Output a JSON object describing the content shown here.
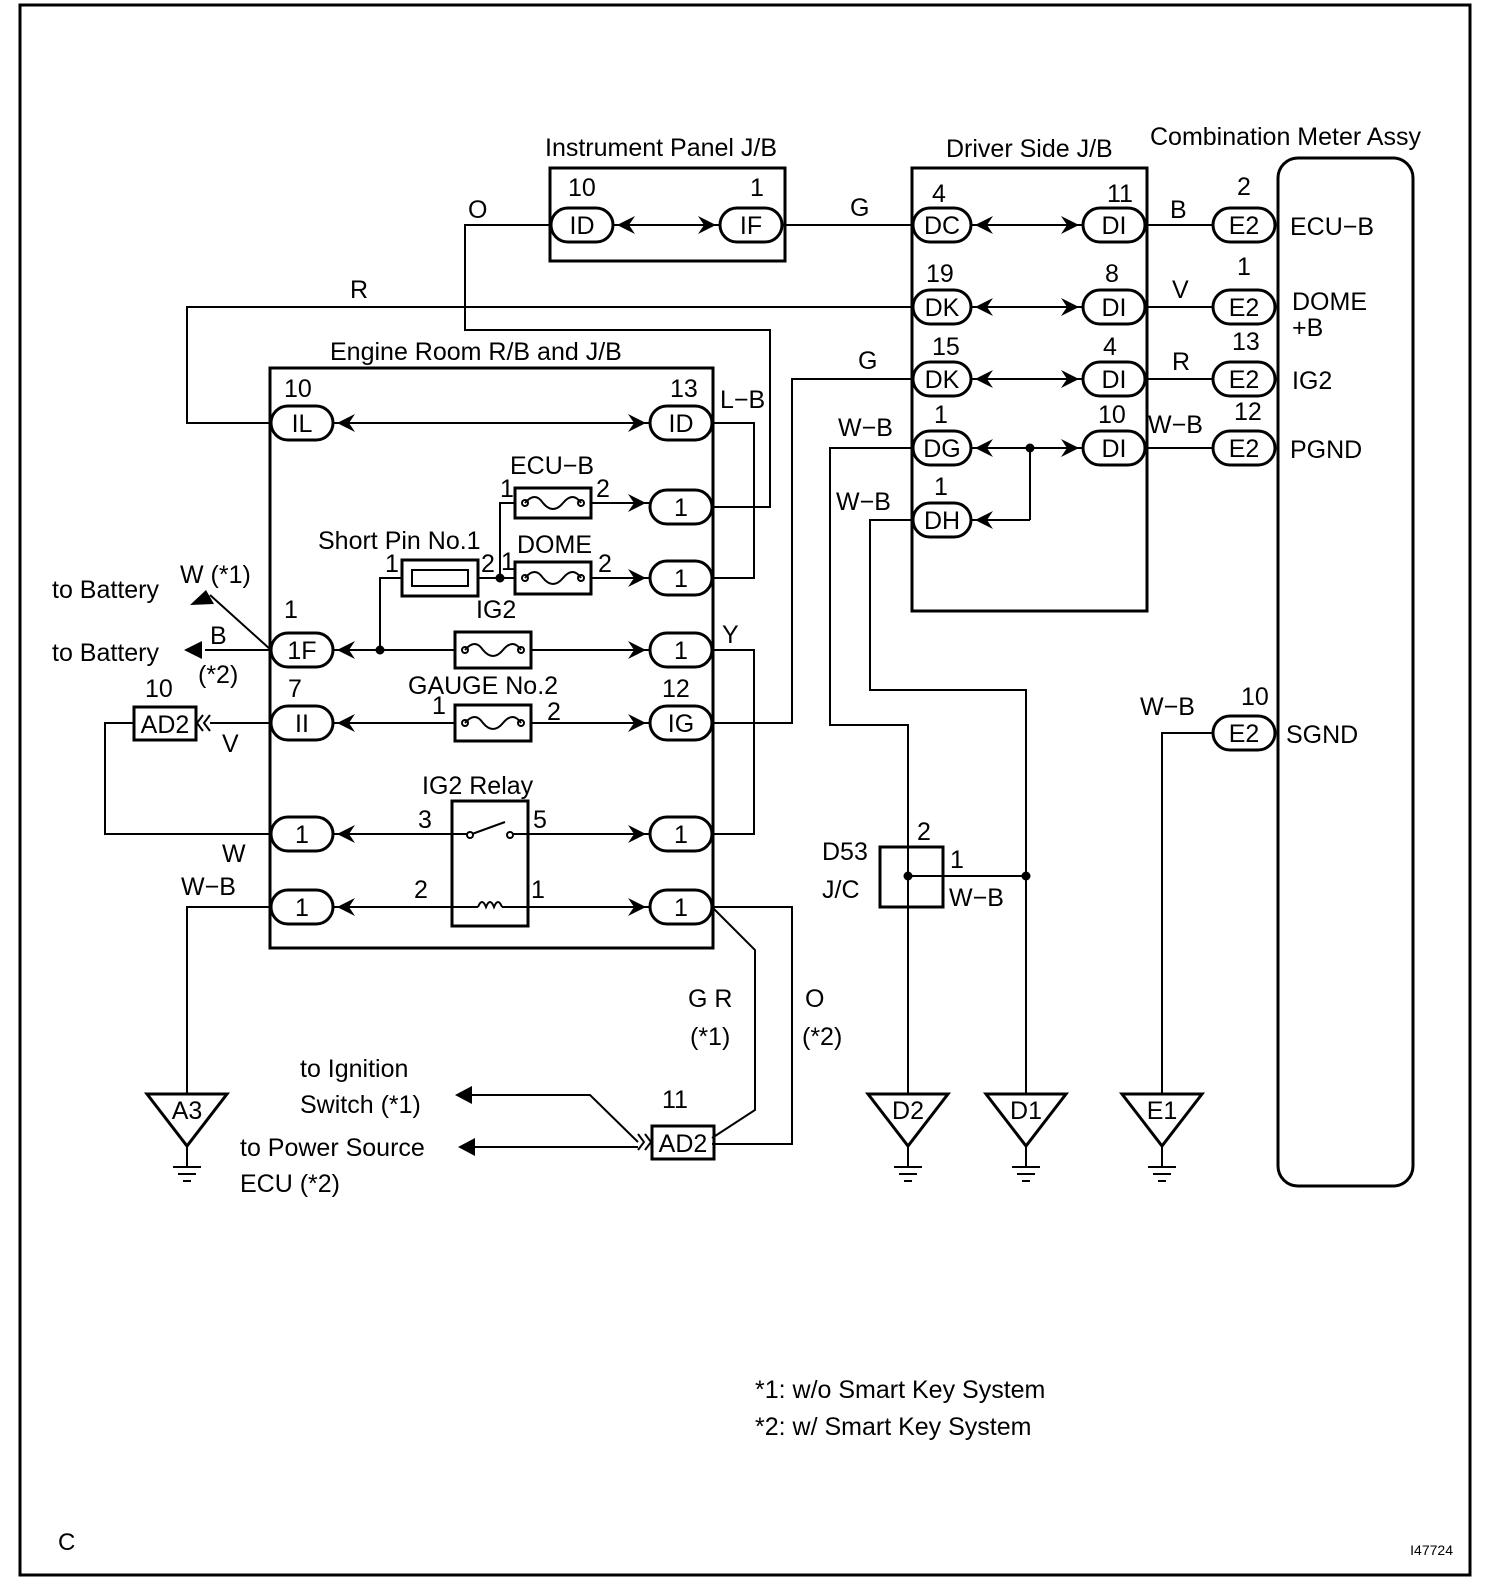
{
  "blocks": {
    "instrument_panel_jb": "Instrument Panel J/B",
    "driver_side_jb": "Driver Side J/B",
    "combination_meter": "Combination Meter Assy",
    "engine_room_jb": "Engine Room R/B and J/B"
  },
  "instrument_panel": {
    "left_pin": "10",
    "left_conn": "ID",
    "right_pin": "1",
    "right_conn": "IF"
  },
  "driver_side": {
    "rows": [
      {
        "lpin": "4",
        "lconn": "DC",
        "rpin": "11",
        "rconn": "DI"
      },
      {
        "lpin": "19",
        "lconn": "DK",
        "rpin": "8",
        "rconn": "DI"
      },
      {
        "lpin": "15",
        "lconn": "DK",
        "rpin": "4",
        "rconn": "DI"
      },
      {
        "lpin": "1",
        "lconn": "DG",
        "rpin": "10",
        "rconn": "DI"
      },
      {
        "lpin": "1",
        "lconn": "DH"
      }
    ]
  },
  "meter": {
    "rows": [
      {
        "pin": "2",
        "conn": "E2",
        "label": "ECU−B",
        "wire": "B"
      },
      {
        "pin": "1",
        "conn": "E2",
        "label": "DOME",
        "label2": "+B",
        "wire": "V"
      },
      {
        "pin": "13",
        "conn": "E2",
        "label": "IG2",
        "wire": "R"
      },
      {
        "pin": "12",
        "conn": "E2",
        "label": "PGND",
        "wire": "W−B"
      },
      {
        "pin": "10",
        "conn": "E2",
        "label": "SGND",
        "wire": "W−B"
      }
    ]
  },
  "engine_room": {
    "il_pin": "10",
    "il_conn": "IL",
    "id_pin": "13",
    "id_conn": "ID",
    "one_f_pin": "1",
    "one_f_conn": "1F",
    "ii_pin": "7",
    "ii_conn": "II",
    "ig_pin": "12",
    "ig_conn": "IG",
    "generic_conn": "1",
    "fuse_ecub": "ECU−B",
    "fuse_dome": "DOME",
    "short_pin": "Short Pin No.1",
    "fuse_ig2": "IG2",
    "fuse_gauge": "GAUGE No.2",
    "relay": "IG2 Relay",
    "t1": "1",
    "t2": "2",
    "t3": "3",
    "t5": "5"
  },
  "wires": {
    "o_top": "O",
    "g_top": "G",
    "r_top": "R",
    "g_mid": "G",
    "lb": "L−B",
    "wb1": "W−B",
    "wb2": "W−B",
    "wb3": "W−B",
    "y": "Y",
    "v": "V",
    "w": "W",
    "wb_left": "W−B",
    "w1": "W (*1)",
    "b": "B",
    "b2": "(*2)",
    "gr": "G R",
    "gr_note": "(*1)",
    "o_bottom": "O",
    "o_note": "(*2)"
  },
  "external": {
    "to_battery1": "to Battery",
    "to_battery2": "to Battery",
    "ad2_top_pin": "10",
    "ad2_top": "AD2",
    "ad2_bot_pin": "11",
    "ad2_bot": "AD2",
    "ign1": "to Ignition",
    "ign2": "Switch (*1)",
    "pwr1": "to Power Source",
    "pwr2": "ECU (*2)",
    "d53": "D53",
    "jc": "J/C",
    "d53_pin2": "2",
    "d53_pin1": "1"
  },
  "grounds": {
    "a3": "A3",
    "d2": "D2",
    "d1": "D1",
    "e1": "E1"
  },
  "notes": {
    "note1": "*1: w/o Smart Key System",
    "note2": "*2: w/ Smart Key System"
  },
  "footer": {
    "corner": "C",
    "fig_id": "I47724"
  }
}
